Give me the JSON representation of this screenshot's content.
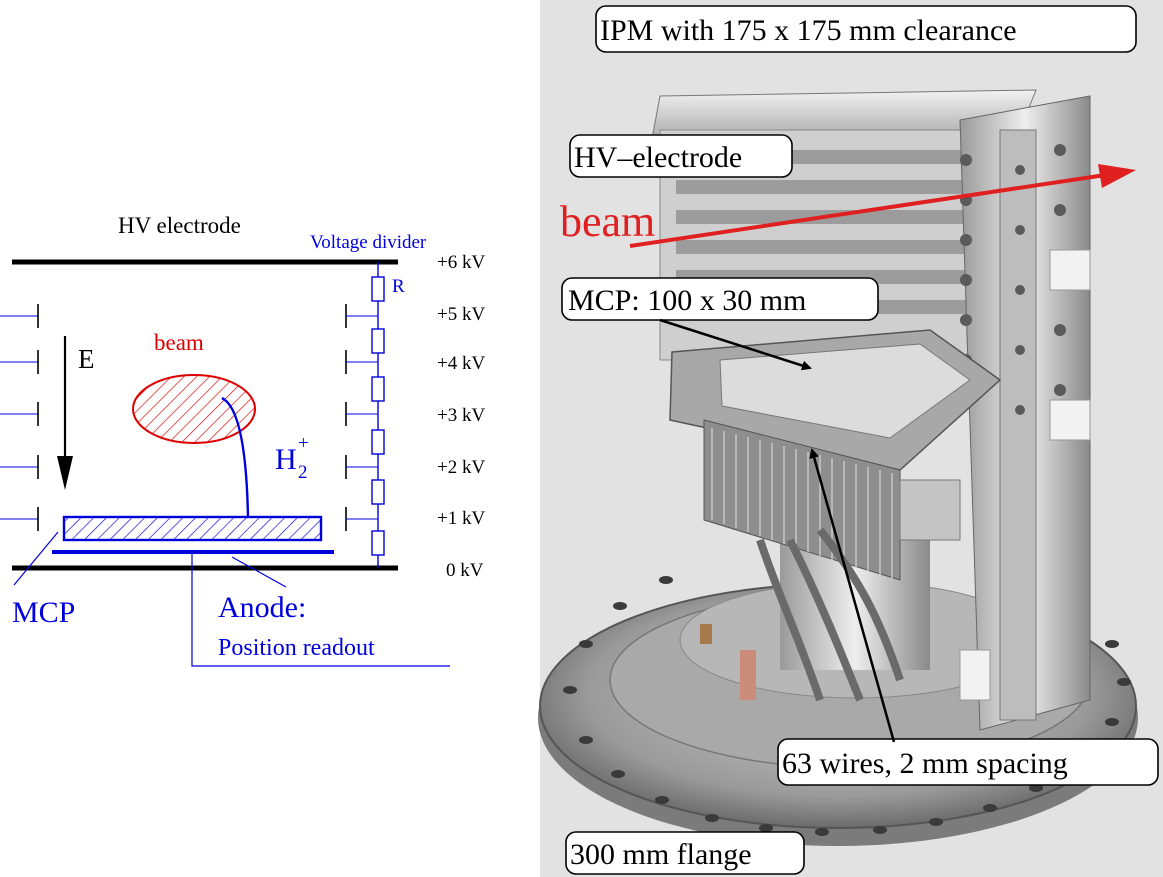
{
  "schematic": {
    "hv_electrode_label": "HV electrode",
    "voltage_divider_label": "Voltage divider",
    "resistor_label": "R",
    "field_label": "E",
    "beam_label": "beam",
    "ion_label_main": "H",
    "ion_label_sub": "2",
    "ion_label_sup": "+",
    "mcp_label": "MCP",
    "anode_label": "Anode:",
    "readout_label": "Position readout",
    "voltages": [
      "+6 kV",
      "+5 kV",
      "+4 kV",
      "+3 kV",
      "+2 kV",
      "+1 kV",
      "0 kV"
    ],
    "colors": {
      "blue": "#0000dd",
      "red": "#dd0000",
      "black": "#000000"
    }
  },
  "photo": {
    "callouts": {
      "title": "IPM with 175 x 175 mm clearance",
      "hv_electrode": "HV–electrode",
      "beam": "beam",
      "mcp": "MCP: 100 x 30 mm",
      "wires": "63 wires, 2 mm spacing",
      "flange": "300 mm flange"
    },
    "colors": {
      "beam_red": "#e02020",
      "metal_light": "#d8d8d8",
      "metal_dark": "#6e6e6e",
      "background": "#e2e2e2"
    }
  }
}
